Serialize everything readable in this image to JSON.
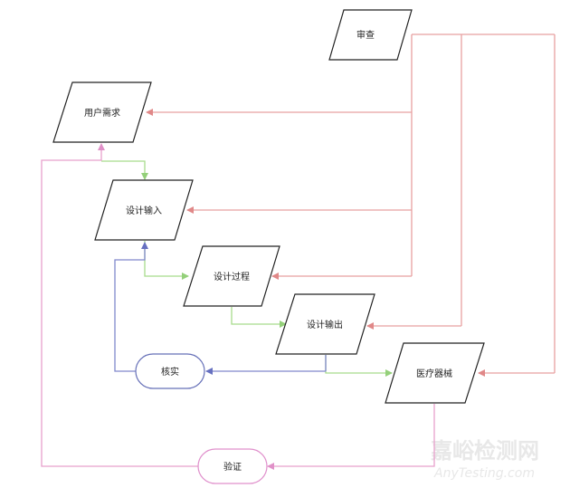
{
  "nodes": {
    "review": "审查",
    "user_needs": "用户需求",
    "design_input": "设计输入",
    "design_process": "设计过程",
    "design_output": "设计输出",
    "verification": "核实",
    "medical_device": "医疗器械",
    "validation": "验证"
  },
  "watermark": {
    "cn": "嘉峪检测网",
    "en": "AnyTesting.com"
  },
  "colors": {
    "review_arrows": "#e8a0a0",
    "forward_arrows": "#a8dc8c",
    "verification_arrows": "#8088cc",
    "validation_arrows": "#e8a0cc",
    "verification_border": "#6670b8",
    "validation_border": "#e090cc"
  }
}
